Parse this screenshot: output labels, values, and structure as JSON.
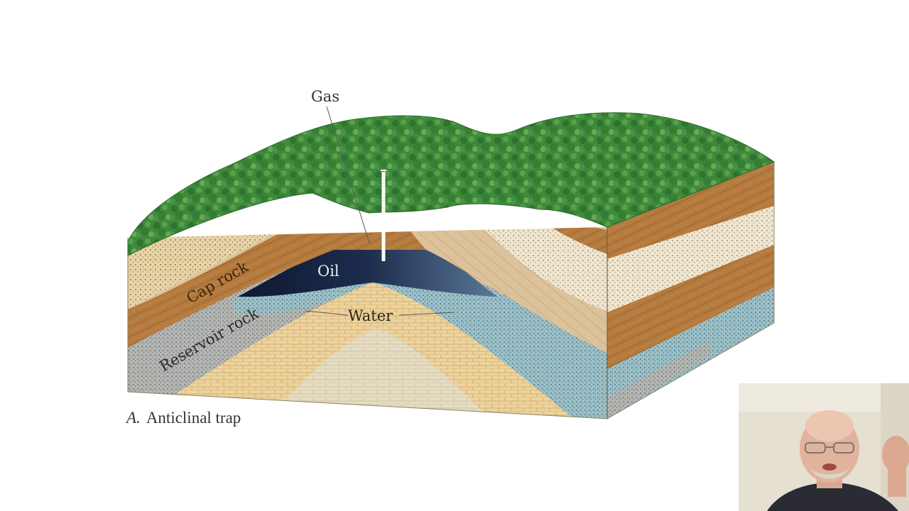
{
  "diagram": {
    "labels": {
      "gas": "Gas",
      "oil": "Oil",
      "water": "Water",
      "cap_rock": "Cap rock",
      "reservoir_rock": "Reservoir rock"
    },
    "caption": {
      "letter": "A.",
      "text": "Anticlinal trap"
    },
    "colors": {
      "forest": "#3f8a3a",
      "forest_dark": "#2a6a2a",
      "cap_rock": "#b07a40",
      "cap_rock_dark": "#8a5a2a",
      "sandstone": "#e7d2a6",
      "reservoir": "#9aa6a8",
      "water_layer": "#8fb6c0",
      "oil": "#16203a",
      "gas": "#d8d4e0",
      "core": "#ddd6b8"
    }
  },
  "webcam": {
    "icon": "presenter-video-icon"
  }
}
